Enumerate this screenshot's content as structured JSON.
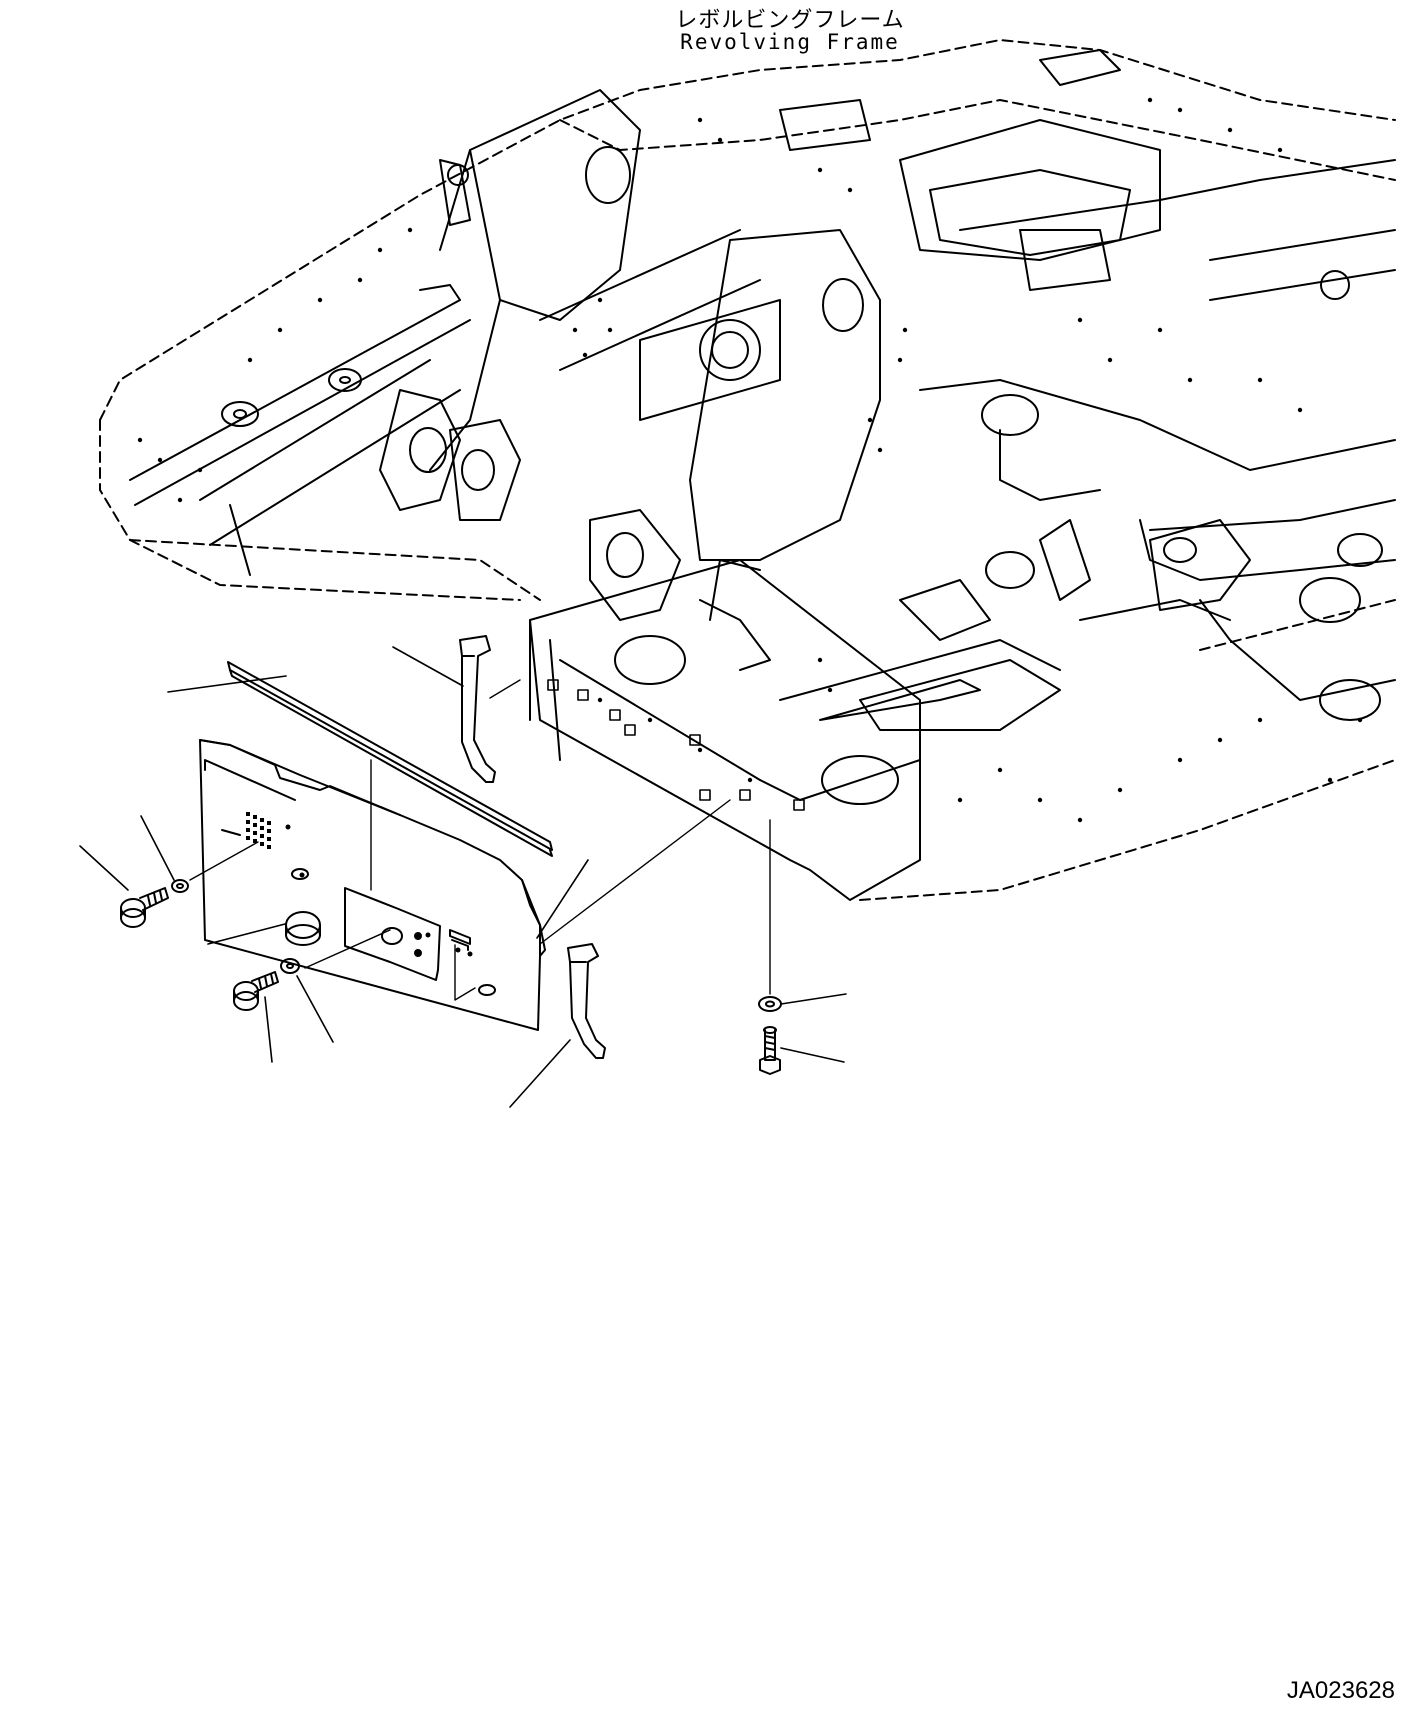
{
  "header": {
    "title_jp": "レボルビングフレーム",
    "title_en": "Revolving Frame"
  },
  "footer": {
    "drawing_number": "JA023628"
  },
  "parts": [
    {
      "name": "revolving-frame"
    },
    {
      "name": "rubber-seal-strip"
    },
    {
      "name": "cover-panel"
    },
    {
      "name": "bracket-left"
    },
    {
      "name": "bracket-right"
    },
    {
      "name": "plug-cap"
    },
    {
      "name": "bolt-left"
    },
    {
      "name": "washer-left"
    },
    {
      "name": "bolt-center"
    },
    {
      "name": "washer-center"
    },
    {
      "name": "bolt-right"
    },
    {
      "name": "washer-right"
    }
  ]
}
